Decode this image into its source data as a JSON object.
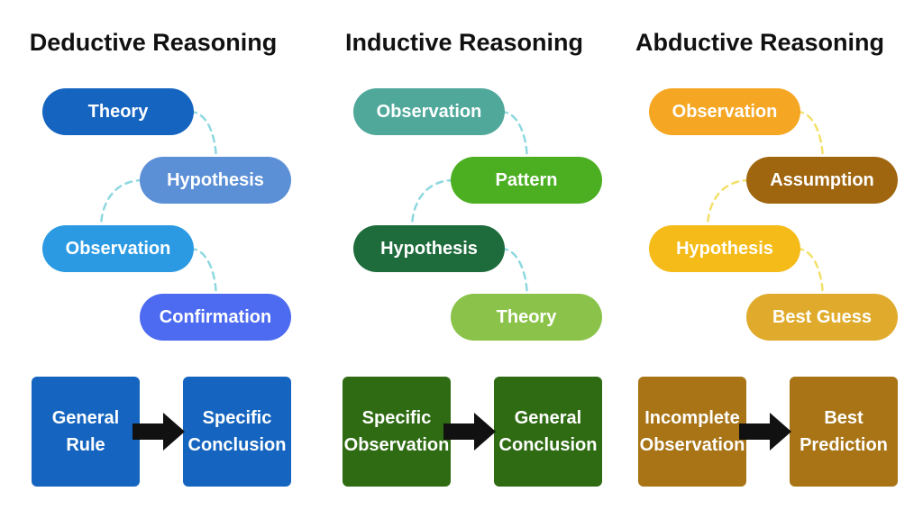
{
  "columns": [
    {
      "title": "Deductive Reasoning",
      "steps": [
        {
          "label": "Theory",
          "color": "#1565c0"
        },
        {
          "label": "Hypothesis",
          "color": "#5b8fd6"
        },
        {
          "label": "Observation",
          "color": "#2b9ae3"
        },
        {
          "label": "Confirmation",
          "color": "#4d6bf0"
        }
      ],
      "connector_color": "#8ed8e0",
      "summary": {
        "from_text": "General\nRule",
        "to_text": "Specific\nConclusion",
        "box_color": "#1565c0"
      }
    },
    {
      "title": "Inductive Reasoning",
      "steps": [
        {
          "label": "Observation",
          "color": "#4fa89a"
        },
        {
          "label": "Pattern",
          "color": "#4caf22"
        },
        {
          "label": "Hypothesis",
          "color": "#1e6b3c"
        },
        {
          "label": "Theory",
          "color": "#8bc34a"
        }
      ],
      "connector_color": "#8ed8e0",
      "summary": {
        "from_text": "Specific\nObservation",
        "to_text": "General\nConclusion",
        "box_color": "#2e6b12"
      }
    },
    {
      "title": "Abductive Reasoning",
      "steps": [
        {
          "label": "Observation",
          "color": "#f5a623"
        },
        {
          "label": "Assumption",
          "color": "#a0660f"
        },
        {
          "label": "Hypothesis",
          "color": "#f5bb18"
        },
        {
          "label": "Best Guess",
          "color": "#e0ab2c"
        }
      ],
      "connector_color": "#f3e06a",
      "summary": {
        "from_text": "Incomplete\nObservation",
        "to_text": "Best\nPrediction",
        "box_color": "#a87416"
      }
    }
  ],
  "icons": {
    "arrow": "right-arrow-icon"
  }
}
